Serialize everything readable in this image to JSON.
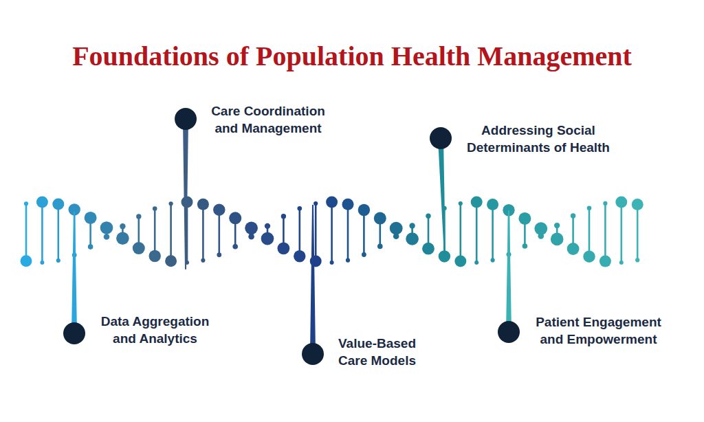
{
  "diagram": {
    "title": "Foundations of Population Health Management",
    "labels": [
      "Care Coordination and Management",
      "Addressing Social Determinants of Health",
      "Data Aggregation and Analytics",
      "Value-Based Care Models",
      "Patient Engagement and Empowerment"
    ]
  }
}
